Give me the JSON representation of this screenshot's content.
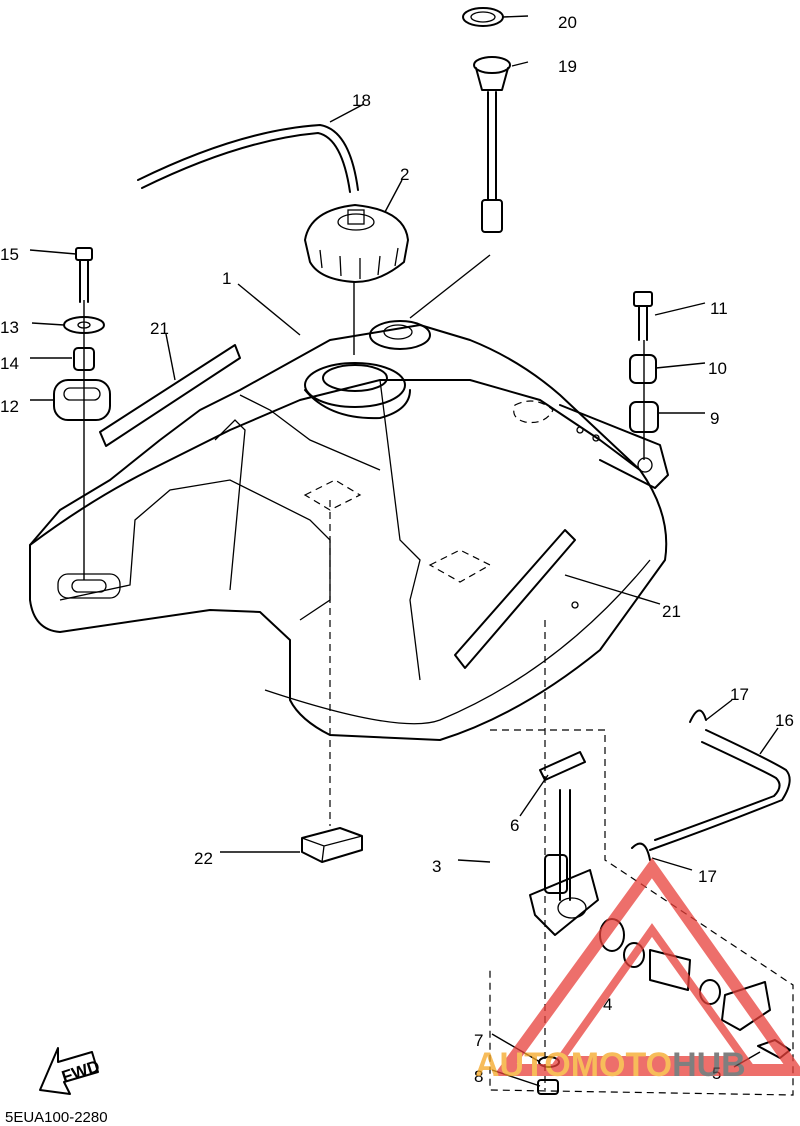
{
  "diagram": {
    "code": "5EUA100-2280",
    "fwd_label": "FWD",
    "callouts": [
      {
        "id": "c20",
        "label": "20"
      },
      {
        "id": "c19",
        "label": "19"
      },
      {
        "id": "c18",
        "label": "18"
      },
      {
        "id": "c2",
        "label": "2"
      },
      {
        "id": "c1",
        "label": "1"
      },
      {
        "id": "c15",
        "label": "15"
      },
      {
        "id": "c13",
        "label": "13"
      },
      {
        "id": "c21a",
        "label": "21"
      },
      {
        "id": "c14",
        "label": "14"
      },
      {
        "id": "c12",
        "label": "12"
      },
      {
        "id": "c11",
        "label": "11"
      },
      {
        "id": "c10",
        "label": "10"
      },
      {
        "id": "c9",
        "label": "9"
      },
      {
        "id": "c21b",
        "label": "21"
      },
      {
        "id": "c17a",
        "label": "17"
      },
      {
        "id": "c16",
        "label": "16"
      },
      {
        "id": "c6",
        "label": "6"
      },
      {
        "id": "c3",
        "label": "3"
      },
      {
        "id": "c22",
        "label": "22"
      },
      {
        "id": "c17b",
        "label": "17"
      },
      {
        "id": "c4",
        "label": "4"
      },
      {
        "id": "c7",
        "label": "7"
      },
      {
        "id": "c8",
        "label": "8"
      },
      {
        "id": "c5",
        "label": "5"
      }
    ]
  },
  "watermark": {
    "brand_part1": "AUTOMOTO",
    "brand_part2": "HUB",
    "color_primary": "#e8403a",
    "color_secondary": "#f5a623",
    "color_text_dark": "#555555"
  }
}
